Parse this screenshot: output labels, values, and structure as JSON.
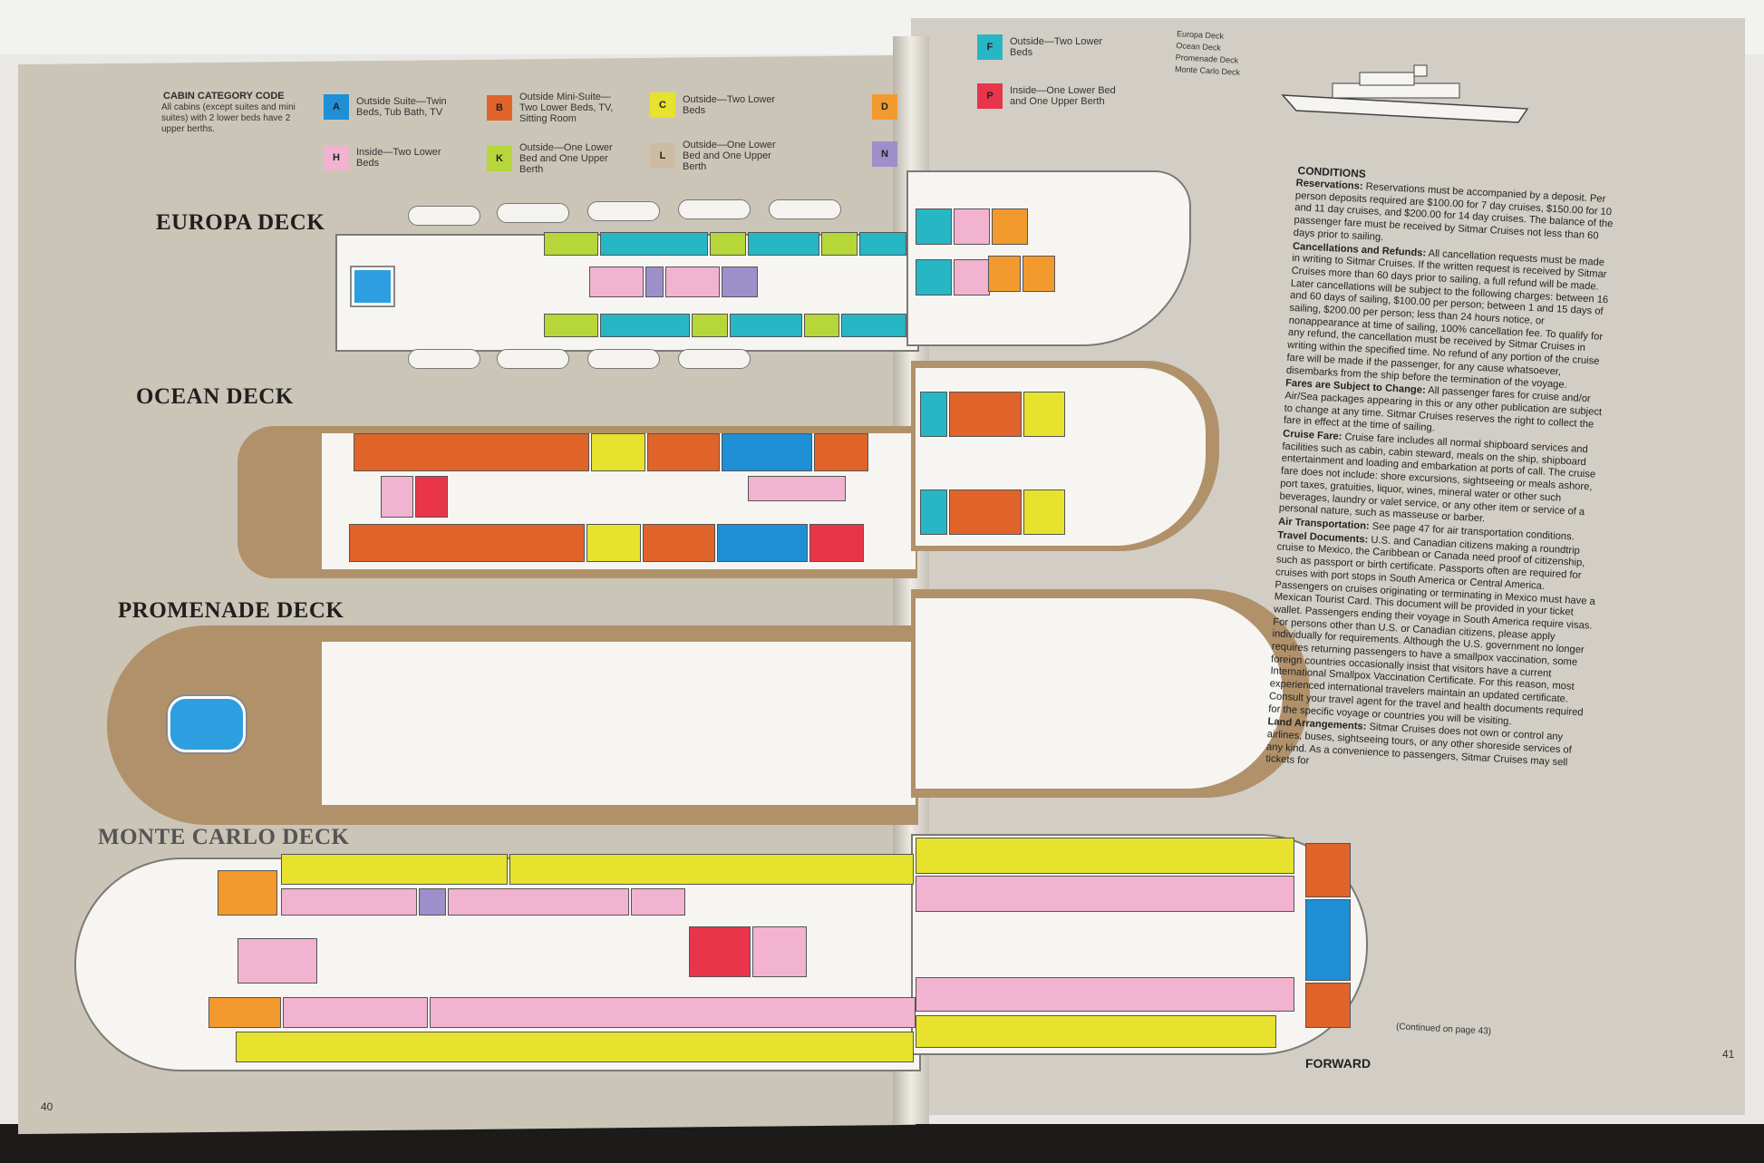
{
  "legend": {
    "title": "CABIN CATEGORY CODE",
    "note": "All cabins (except suites and mini suites) with 2 lower beds have 2 upper berths.",
    "items": [
      {
        "code": "A",
        "label": "Outside Suite—Twin Beds, Tub Bath, TV",
        "color": "#1f8fd6"
      },
      {
        "code": "B",
        "label": "Outside Mini-Suite—Two Lower Beds, TV, Sitting Room",
        "color": "#e0642a"
      },
      {
        "code": "C",
        "label": "Outside—Two Lower Beds",
        "color": "#e6e22e"
      },
      {
        "code": "D",
        "label": "",
        "color": "#f29a2e"
      },
      {
        "code": "H",
        "label": "Inside—Two Lower Beds",
        "color": "#f1b3cf"
      },
      {
        "code": "K",
        "label": "Outside—One Lower Bed and One Upper Berth",
        "color": "#b7d63a"
      },
      {
        "code": "L",
        "label": "Outside—One Lower Bed and One Upper Berth",
        "color": "#cdbba4"
      },
      {
        "code": "N",
        "label": "",
        "color": "#9d8fc9"
      },
      {
        "code": "F",
        "label": "Outside—Two Lower Beds",
        "color": "#27b6c4"
      },
      {
        "code": "P",
        "label": "Inside—One Lower Bed and One Upper Berth",
        "color": "#e8354a"
      }
    ]
  },
  "decks": {
    "europa": "EUROPA DECK",
    "ocean": "OCEAN DECK",
    "promenade": "PROMENADE DECK",
    "monte_carlo": "MONTE CARLO DECK"
  },
  "side_view": [
    "Europa Deck",
    "Ocean Deck",
    "Promenade Deck",
    "Monte Carlo Deck"
  ],
  "conditions": {
    "heading": "CONDITIONS",
    "paragraphs": [
      {
        "title": "Reservations:",
        "text": "Reservations must be accompanied by a deposit. Per person deposits required are $100.00 for 7 day cruises, $150.00 for 10 and 11 day cruises, and $200.00 for 14 day cruises. The balance of the passenger fare must be received by Sitmar Cruises not less than 60 days prior to sailing."
      },
      {
        "title": "Cancellations and Refunds:",
        "text": "All cancellation requests must be made in writing to Sitmar Cruises. If the written request is received by Sitmar Cruises more than 60 days prior to sailing, a full refund will be made. Later cancellations will be subject to the following charges: between 16 and 60 days of sailing, $100.00 per person; between 1 and 15 days of sailing, $200.00 per person; less than 24 hours notice, or nonappearance at time of sailing, 100% cancellation fee. To qualify for any refund, the cancellation must be received by Sitmar Cruises in writing within the specified time. No refund of any portion of the cruise fare will be made if the passenger, for any cause whatsoever, disembarks from the ship before the termination of the voyage."
      },
      {
        "title": "Fares are Subject to Change:",
        "text": "All passenger fares for cruise and/or Air/Sea packages appearing in this or any other publication are subject to change at any time. Sitmar Cruises reserves the right to collect the fare in effect at the time of sailing."
      },
      {
        "title": "Cruise Fare:",
        "text": "Cruise fare includes all normal shipboard services and facilities such as cabin, cabin steward, meals on the ship, shipboard entertainment and loading and embarkation at ports of call. The cruise fare does not include: shore excursions, sightseeing or meals ashore, port taxes, gratuities, liquor, wines, mineral water or other such beverages, laundry or valet service, or any other item or service of a personal nature, such as masseuse or barber."
      },
      {
        "title": "Air Transportation:",
        "text": "See page 47 for air transportation conditions."
      },
      {
        "title": "Travel Documents:",
        "text": "U.S. and Canadian citizens making a roundtrip cruise to Mexico, the Caribbean or Canada need proof of citizenship, such as passport or birth certificate. Passports often are required for cruises with port stops in South America or Central America. Passengers on cruises originating or terminating in Mexico must have a Mexican Tourist Card. This document will be provided in your ticket wallet. Passengers ending their voyage in South America require visas. For persons other than U.S. or Canadian citizens, please apply individually for requirements. Although the U.S. government no longer requires returning passengers to have a smallpox vaccination, some foreign countries occasionally insist that visitors have a current International Smallpox Vaccination Certificate. For this reason, most experienced international travelers maintain an updated certificate. Consult your travel agent for the travel and health documents required for the specific voyage or countries you will be visiting."
      },
      {
        "title": "Land Arrangements:",
        "text": "Sitmar Cruises does not own or control any airlines, buses, sightseeing tours, or any other shoreside services of any kind. As a convenience to passengers, Sitmar Cruises may sell tickets for"
      }
    ],
    "continued": "(Continued on page 43)"
  },
  "forward": "FORWARD",
  "page_left": "40",
  "page_right": "41"
}
